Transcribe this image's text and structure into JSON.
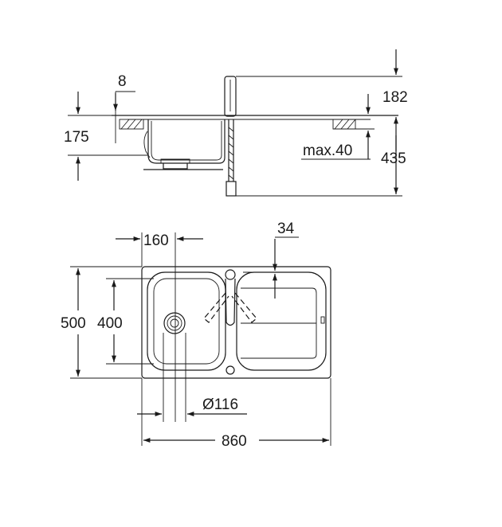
{
  "labels": {
    "d_8": "8",
    "d_182": "182",
    "d_175": "175",
    "d_max40": "max.40",
    "d_435": "435",
    "d_160": "160",
    "d_34": "34",
    "d_500": "500",
    "d_400": "400",
    "d_116": "Ø116",
    "d_860": "860"
  },
  "colors": {
    "line": "#1a1a1a",
    "background": "#ffffff"
  }
}
